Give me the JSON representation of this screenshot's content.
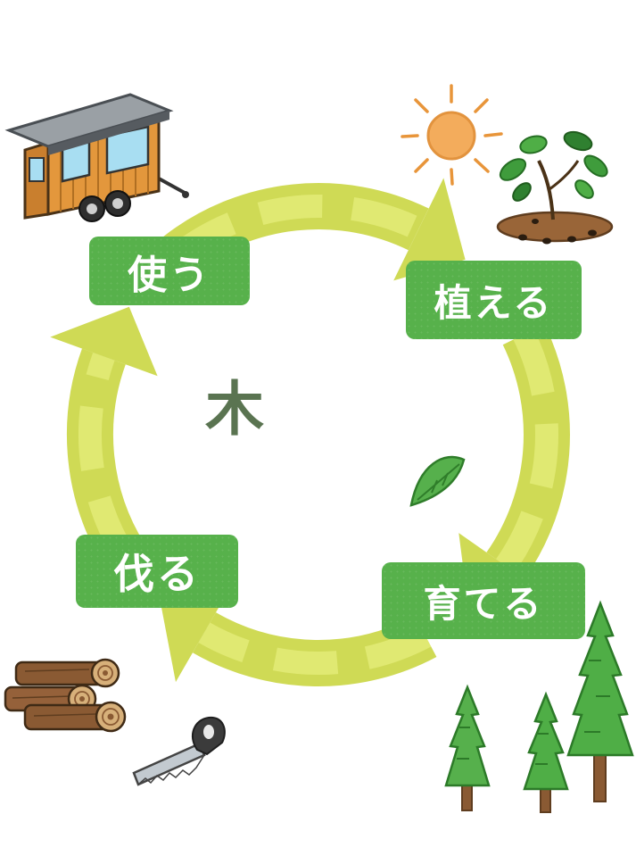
{
  "diagram": {
    "center_glyph": "木",
    "labels": {
      "use": "使う",
      "plant": "植える",
      "cut": "伐る",
      "grow": "育てる"
    },
    "colors": {
      "box_green": "#57b14b",
      "arrow_yellow_green": "#ccd84c",
      "arrow_highlight": "#e6ee7c",
      "label_text": "#ffffff",
      "tree_green": "#4fae46",
      "trunk_brown": "#8a5a33",
      "sun_orange": "#f2a54f",
      "log_brown": "#8a5a33",
      "soil_brown": "#996538"
    },
    "illustrations": {
      "top_left": "trailer-house",
      "top_right_1": "sun",
      "top_right_2": "seedling",
      "center": "leaf",
      "bottom_left_1": "logs",
      "bottom_left_2": "saw",
      "bottom_right": "trees"
    }
  }
}
